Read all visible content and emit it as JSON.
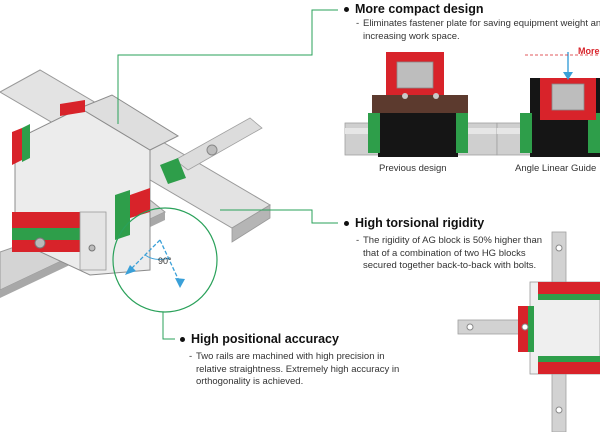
{
  "features": [
    {
      "title": "More compact design",
      "desc": "Eliminates fastener plate for saving equipment weight and increasing work space."
    },
    {
      "title": "High torsional rigidity",
      "desc": "The rigidity of AG block is 50% higher than that of a combination of two HG blocks secured together back-to-back with bolts."
    },
    {
      "title": "High positional accuracy",
      "desc": "Two rails are machined with high precision in relative straightness. Extremely high accuracy in orthogonality is achieved."
    }
  ],
  "captions": {
    "previous": "Previous design",
    "angle": "Angle Linear Guide"
  },
  "labels": {
    "more": "More",
    "angle_deg": "90°"
  },
  "colors": {
    "callout_line": "#2aa15a",
    "block_red": "#d8232a",
    "block_green": "#2e9e4a",
    "rail_gray": "#c8c8c8",
    "arrow_blue": "#3aa0d8"
  }
}
